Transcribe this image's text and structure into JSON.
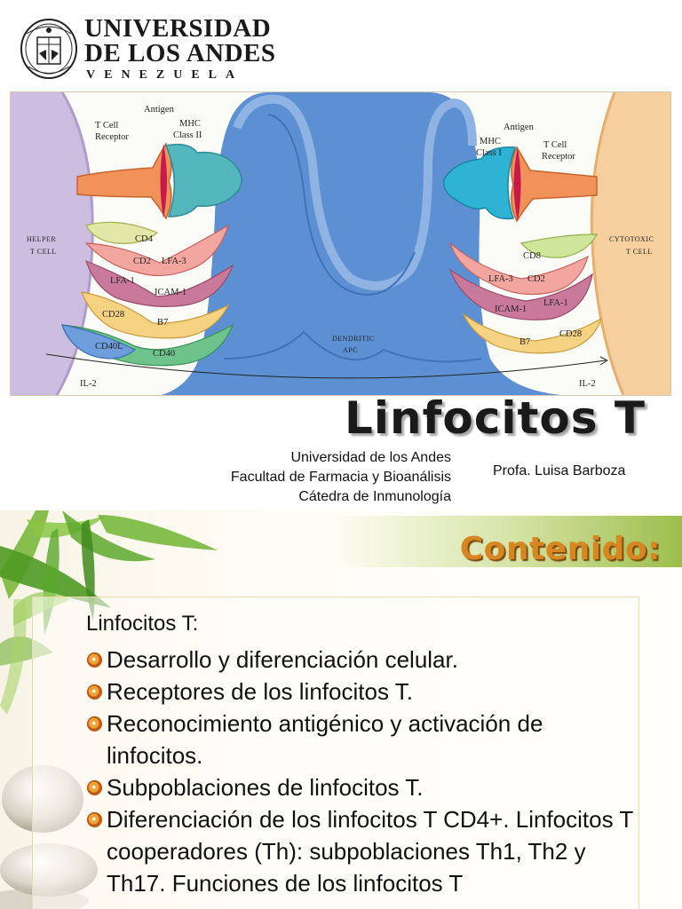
{
  "slide1": {
    "university": {
      "line1": "UNIVERSIDAD",
      "line2": "DE LOS ANDES",
      "country": "VENEZUELA"
    },
    "diagram": {
      "left_cell": "HELPER T CELL",
      "left_cell_l1": "HELPER",
      "left_cell_l2": "T CELL",
      "right_cell_l1": "CYTOTOXIC",
      "right_cell_l2": "T CELL",
      "center_l1": "DENDRITIC",
      "center_l2": "APC",
      "left": {
        "antigen": "Antigen",
        "tcr_l1": "T Cell",
        "tcr_l2": "Receptor",
        "mhc_l1": "MHC",
        "mhc_l2": "Class II",
        "cd4": "CD4",
        "cd2": "CD2",
        "lfa3": "LFA-3",
        "lfa1": "LFA-1",
        "icam1": "ICAM-1",
        "cd28": "CD28",
        "b7": "B7",
        "cd40l": "CD40L",
        "cd40": "CD40",
        "il2": "IL-2"
      },
      "right": {
        "antigen": "Antigen",
        "mhc_l1": "MHC",
        "mhc_l2": "Class I",
        "tcr_l1": "T Cell",
        "tcr_l2": "Receptor",
        "cd8": "CD8",
        "lfa3": "LFA-3",
        "cd2": "CD2",
        "lfa1": "LFA-1",
        "icam1": "ICAM-1",
        "cd28": "CD28",
        "b7": "B7",
        "il2": "IL-2"
      }
    },
    "title": "Linfocitos T",
    "affiliation": [
      "Universidad de los Andes",
      "Facultad de Farmacia y Bioanálisis",
      "Cátedra de Inmunología"
    ],
    "professor": "Profa. Luisa Barboza"
  },
  "slide2": {
    "heading": "Contenido:",
    "intro": "Linfocitos T:",
    "bullets": [
      "Desarrollo y diferenciación celular.",
      "Receptores de los linfocitos T.",
      "Reconocimiento antigénico y activación de linfocitos.",
      "Subpoblaciones de linfocitos T.",
      "Diferenciación de los linfocitos T CD4+. Linfocitos T cooperadores (Th): subpoblaciones Th1, Th2 y Th17. Funciones de los linfocitos T"
    ]
  },
  "colors": {
    "heading_orange": "#d8861f",
    "band_green": "#9cbe4c",
    "helper_cell": "#c9b8dd",
    "cytotoxic_cell": "#f2c79a",
    "apc_blue": "#5b8fd0"
  }
}
